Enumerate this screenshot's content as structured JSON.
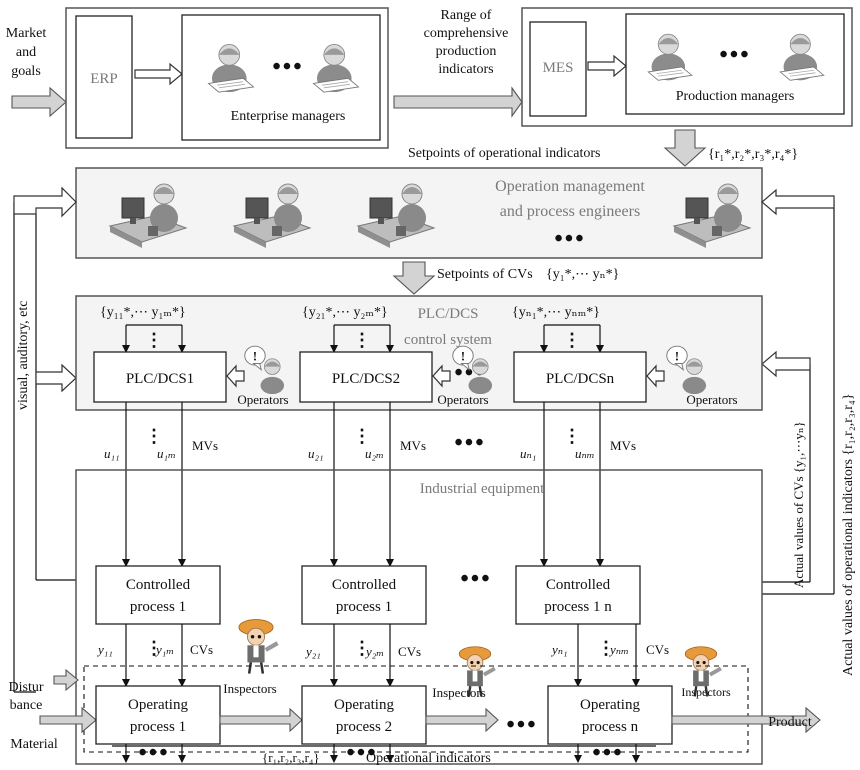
{
  "colors": {
    "box_stroke": "#222222",
    "fat_arrow": "#d3d3d3",
    "shaded_panel": "#f4f4f4",
    "gray_text": "#7a7a7a"
  },
  "labels": {
    "market_line1": "Market",
    "market_line2": "and",
    "market_line3": "goals",
    "erp": "ERP",
    "enterprise_managers": "Enterprise managers",
    "range_line1": "Range of",
    "range_line2": "comprehensive",
    "range_line3": "production",
    "range_line4": "indicators",
    "mes": "MES",
    "production_managers": "Production managers",
    "setpoints_operational": "Setpoints of operational indicators",
    "r_star_set": "{r₁*,r₂*,r₃*,r₄*}",
    "operation_mgmt_line1": "Operation management",
    "operation_mgmt_line2": "and process engineers",
    "setpoints_cvs": "Setpoints of CVs",
    "y_star_set": "{y₁*,⋯ yₙ*}",
    "visual_auditory": "visual, auditory, etc",
    "plc_dcs_title": "PLC/DCS",
    "control_system": "control system",
    "y1_star_set": "{y₁₁*,⋯ y₁ₘ*}",
    "y2_star_set": "{y₂₁*,⋯ y₂ₘ*}",
    "yn_star_set": "{yₙ₁*,⋯ yₙₘ*}",
    "plc1": "PLC/DCS1",
    "plc2": "PLC/DCS2",
    "plcn": "PLC/DCSn",
    "operators": "Operators",
    "mvs": "MVs",
    "u11": "u₁₁",
    "u1m": "u₁ₘ",
    "u21": "u₂₁",
    "u2m": "u₂ₘ",
    "un1": "uₙ₁",
    "unm": "uₙₘ",
    "industrial_equipment": "Industrial equipment",
    "controlled_line1": "Controlled",
    "controlled_p1": "process 1",
    "controlled_pn": "process 1 n",
    "cvs": "CVs",
    "y11": "y₁₁",
    "y1m": "y₁ₘ",
    "y21": "y₂₁",
    "y2m": "y₂ₘ",
    "yn1": "yₙ₁",
    "ynm": "yₙₘ",
    "inspectors": "Inspectors",
    "distur_line1": "Distur",
    "distur_line2": "bance",
    "material": "Material",
    "operating_line1": "Operating",
    "operating_p1": "process 1",
    "operating_p2": "process 2",
    "operating_pn": "process n",
    "product": "Product",
    "r_set": "{r₁,r₂,r₃,r₄}",
    "operational_indicators": "Operational indicators",
    "actual_cvs": "Actual values of CVs {y₁,⋯yₙ}",
    "actual_operational": "Actual values of operational indicators {r₁,r₂,r₃,r₄}",
    "ellipsis": "•••",
    "vdots": "⋮"
  }
}
